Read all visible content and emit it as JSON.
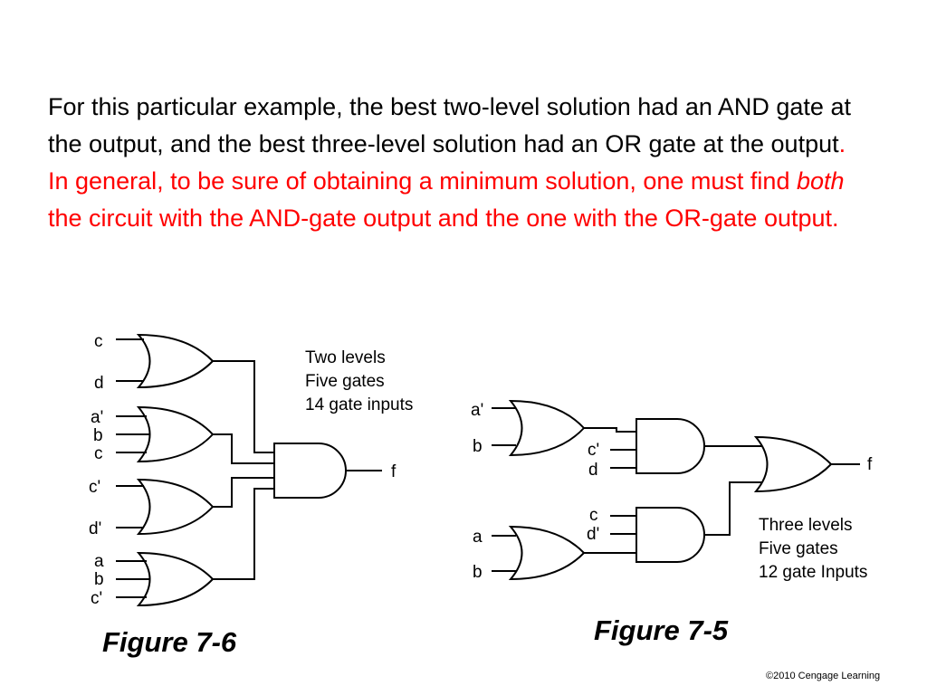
{
  "paragraph": {
    "black_text": "For this particular example, the best two-level solution had an AND gate at the output, and the best three-level solution had an OR gate at the output",
    "red_text_1": ". In general, to be sure of obtaining a minimum solution, one must find ",
    "red_emphasis": "both",
    "red_text_2": " the circuit with the AND-gate output and the one with the OR-gate output."
  },
  "figure_left": {
    "caption": "Figure 7-6",
    "inputs": [
      "c",
      "d",
      "a'",
      "b",
      "c",
      "c'",
      "d'",
      "a",
      "b",
      "c'"
    ],
    "output": "f",
    "notes": [
      "Two levels",
      "Five gates",
      "14 gate inputs"
    ]
  },
  "figure_right": {
    "caption": "Figure 7-5",
    "or1_inputs": [
      "a'",
      "b"
    ],
    "and1_inputs": [
      "c'",
      "d"
    ],
    "and2_inputs": [
      "c",
      "d'"
    ],
    "or2_inputs": [
      "a",
      "b"
    ],
    "output": "f",
    "notes": [
      "Three levels",
      "Five gates",
      "12 gate Inputs"
    ]
  },
  "copyright": "©2010 Cengage Learning"
}
